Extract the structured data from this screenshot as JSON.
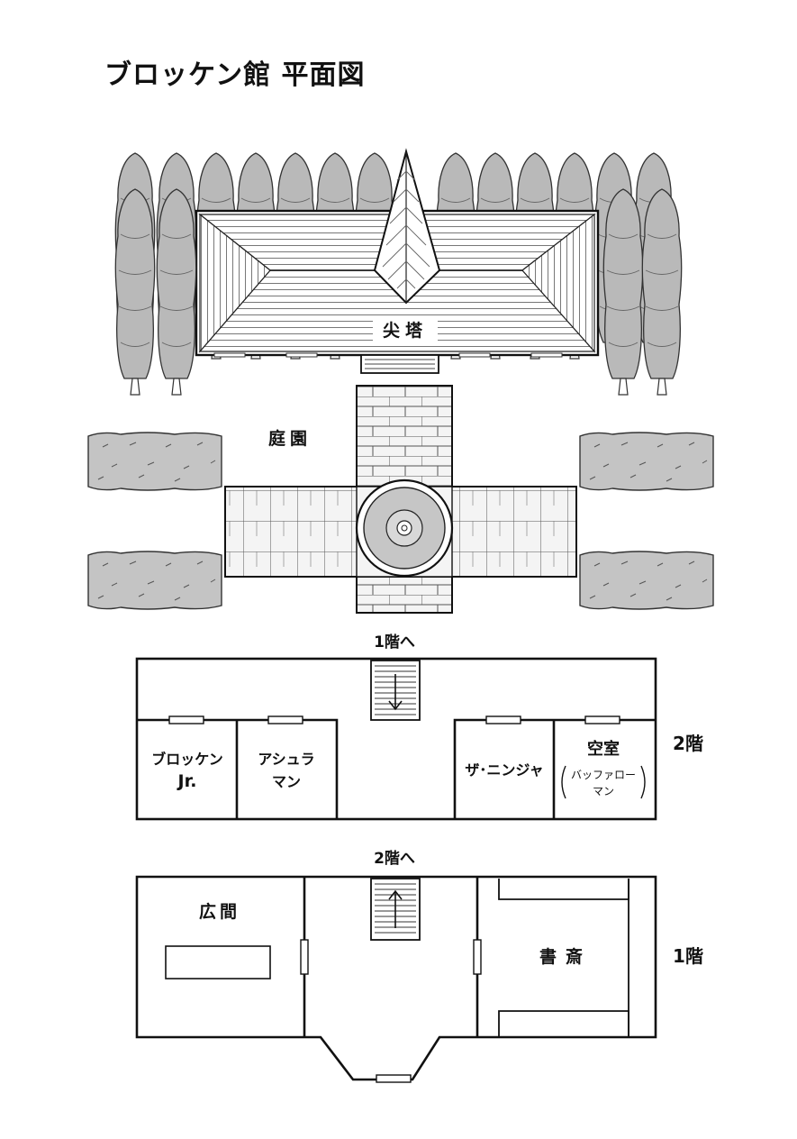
{
  "title": "ブロッケン館 平面図",
  "exterior": {
    "tower_label": "尖塔",
    "garden_label": "庭園"
  },
  "floor2": {
    "floor_label": "2階",
    "stairs_label": "1階へ",
    "rooms": [
      {
        "line1": "ブロッケン",
        "line2": "Jr."
      },
      {
        "line1": "アシュラ",
        "line2": "マン"
      },
      {
        "line1": "ザ･ニンジャ",
        "line2": ""
      },
      {
        "line1": "空室",
        "line2": "バッファロー",
        "line3": "マン"
      }
    ]
  },
  "floor1": {
    "floor_label": "1階",
    "stairs_label": "2階へ",
    "rooms": [
      {
        "label": "広間"
      },
      {
        "label": "書斎"
      }
    ]
  }
}
